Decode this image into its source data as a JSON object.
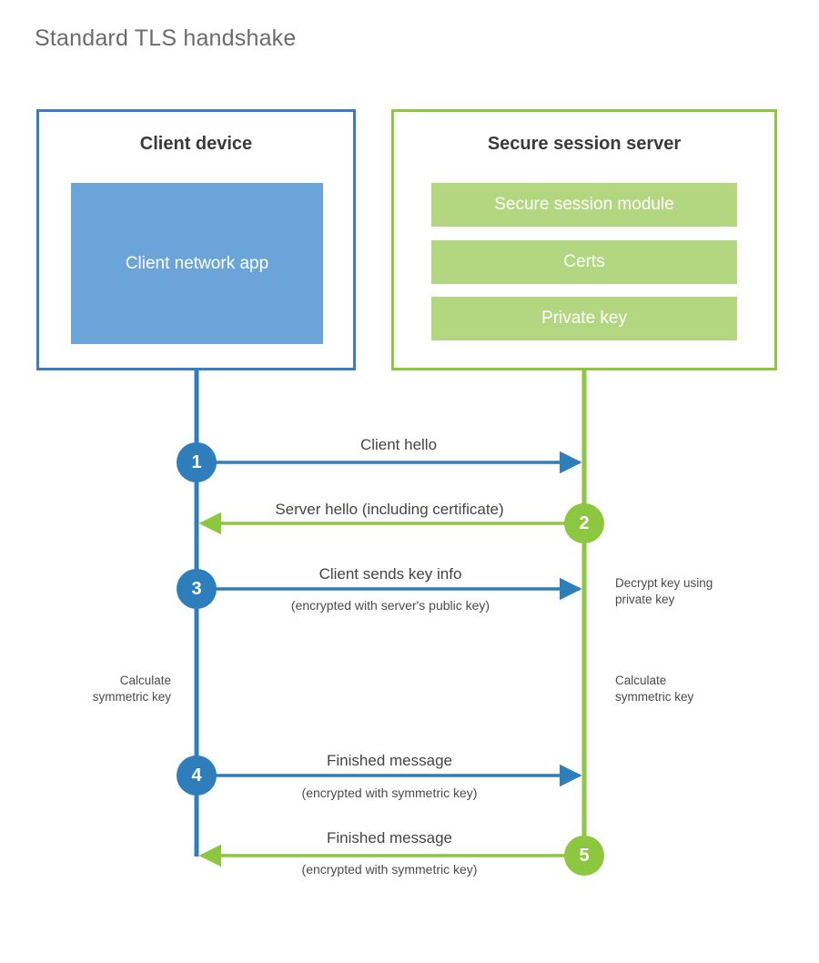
{
  "page": {
    "title": "Standard TLS handshake"
  },
  "colors": {
    "client_border": "#3b7dc0",
    "client_app_fill": "#6ba4d8",
    "server_border": "#8dc63f",
    "server_bar_fill": "#b2d780",
    "blue_accent": "#2e7ebb",
    "green_accent": "#8dc63f",
    "title_text": "#6b6b6b",
    "heading_text": "#3a3a3a",
    "body_text": "#444444",
    "background": "#ffffff"
  },
  "client": {
    "title": "Client device",
    "app_label": "Client network app"
  },
  "server": {
    "title": "Secure session server",
    "components": [
      {
        "label": "Secure session module"
      },
      {
        "label": "Certs"
      },
      {
        "label": "Private key"
      }
    ]
  },
  "steps": [
    {
      "number": "1",
      "label": "Client hello",
      "sublabel": "",
      "direction": "client-to-server",
      "color": "blue"
    },
    {
      "number": "2",
      "label": "Server hello (including certificate)",
      "sublabel": "",
      "direction": "server-to-client",
      "color": "green"
    },
    {
      "number": "3",
      "label": "Client sends key info",
      "sublabel": "(encrypted with server's public key)",
      "direction": "client-to-server",
      "color": "blue"
    },
    {
      "number": "4",
      "label": "Finished message",
      "sublabel": "(encrypted with symmetric key)",
      "direction": "client-to-server",
      "color": "blue"
    },
    {
      "number": "5",
      "label": "Finished message",
      "sublabel": "(encrypted with symmetric key)",
      "direction": "server-to-client",
      "color": "green"
    }
  ],
  "notes": {
    "decrypt_key": "Decrypt key using\nprivate key",
    "client_calculate": "Calculate\nsymmetric key",
    "server_calculate": "Calculate\nsymmetric key"
  }
}
